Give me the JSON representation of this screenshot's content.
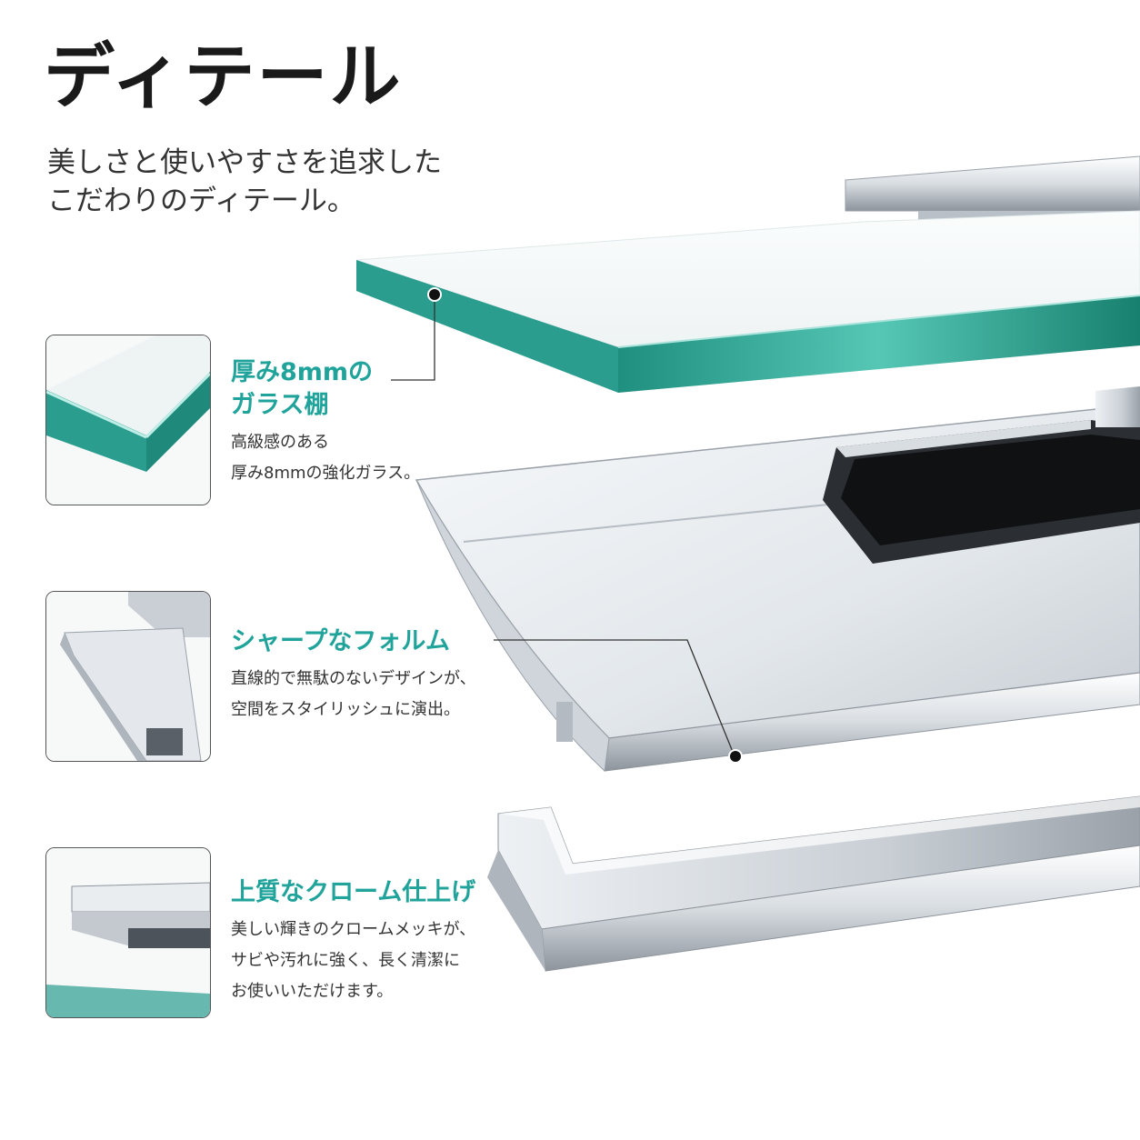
{
  "page": {
    "title": "ディテール",
    "intro_lines": [
      "美しさと使いやすさを追求した",
      "こだわりのディテール。"
    ]
  },
  "features": [
    {
      "title_lines": [
        "厚み8mmの",
        "ガラス棚"
      ],
      "desc_lines": [
        "高級感のある",
        "厚み8mmの強化ガラス。"
      ]
    },
    {
      "title_lines": [
        "シャープなフォルム"
      ],
      "desc_lines": [
        "直線的で無駄のないデザインが、",
        "空間をスタイリッシュに演出。"
      ]
    },
    {
      "title_lines": [
        "上質なクローム仕上げ"
      ],
      "desc_lines": [
        "美しい輝きのクロームメッキが、",
        "サビや汚れに強く、長く清潔に",
        "お使いいただけます。"
      ]
    }
  ],
  "colors": {
    "accent": "#1fa39a",
    "glass_edge": "#2a9d8f",
    "chrome_light": "#f2f4f6",
    "chrome_dark": "#7a8088"
  }
}
